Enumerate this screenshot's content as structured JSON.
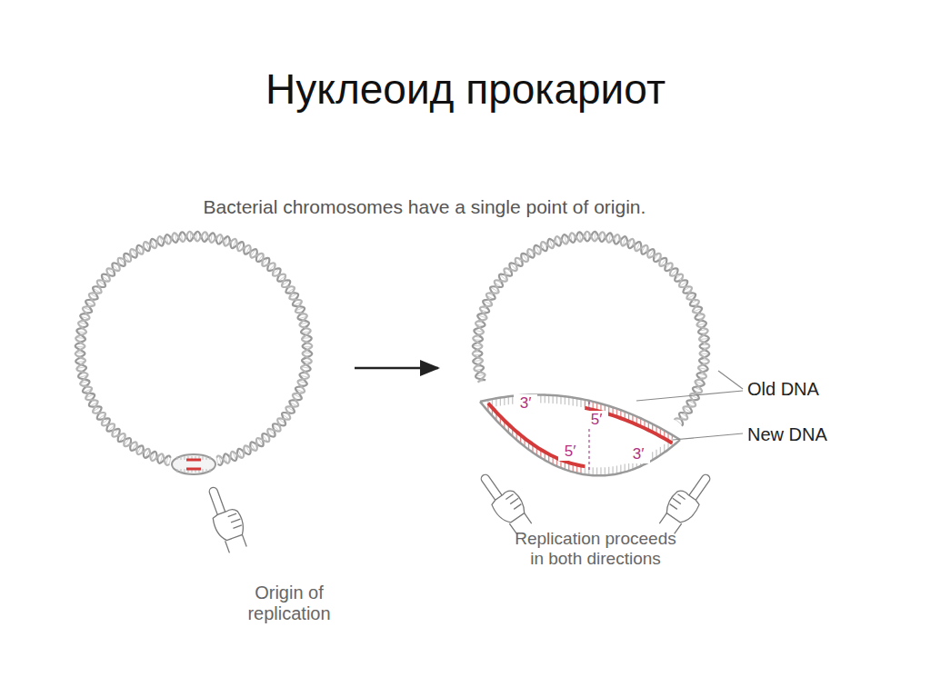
{
  "diagram": {
    "title": "Нуклеоид прокариот",
    "labels": [
      "Bacterial chromosomes have a single point of origin.",
      "Origin of replication",
      "3′",
      "5′",
      "5′",
      "3′",
      "Old DNA",
      "New DNA",
      "Replication proceeds in both directions"
    ]
  }
}
